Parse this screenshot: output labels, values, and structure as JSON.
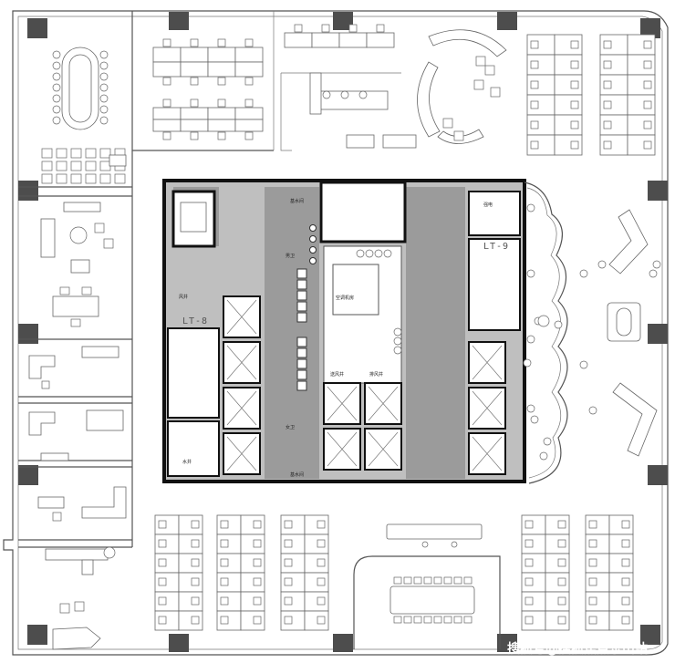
{
  "plan": {
    "elevator_labels": [
      "LT-8",
      "LT-9"
    ],
    "room_labels": {
      "water_room_top": "基水间",
      "water_room_bottom": "基水间",
      "mens_toilet": "男卫",
      "womens_toilet": "女卫",
      "air_room": "空调机房",
      "fresh_air": "送风井",
      "exhaust_air": "排风井",
      "wind_shaft": "风井",
      "fire_pump": "水井",
      "strong_room": "强电"
    },
    "watermark": "搜狐号@搜狐焦点乐山站"
  },
  "colors": {
    "wall": "#555555",
    "column": "#4d4d4d",
    "core": "#9b9b9b",
    "corridor": "#bfbfbf"
  }
}
